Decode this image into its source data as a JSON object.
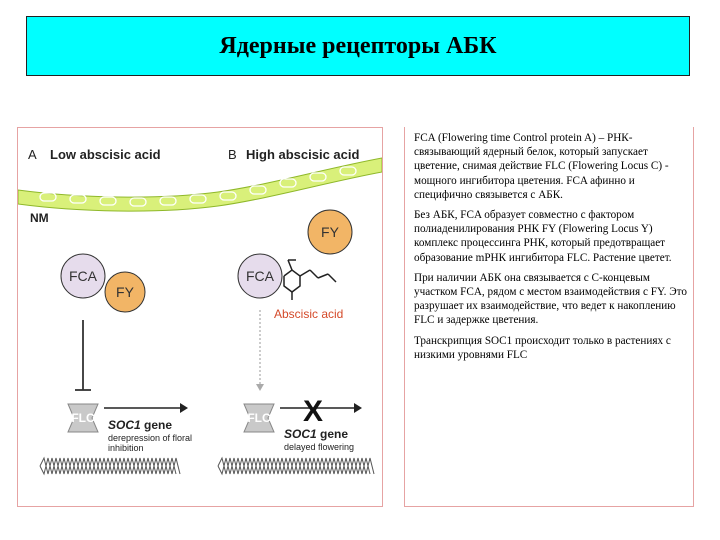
{
  "title": "Ядерные рецепторы АБК",
  "figure": {
    "panel_a_letter": "A",
    "panel_a_label": "Low abscisic acid",
    "panel_b_letter": "B",
    "panel_b_label": "High abscisic acid",
    "nm_label": "NM",
    "fca_label": "FCA",
    "fy_label": "FY",
    "aba_label": "Abscisic acid",
    "flc_label": "FLC",
    "soc1_gene_label": "SOC1",
    "gene_word": " gene",
    "derepression_text_1": "derepression of floral",
    "derepression_text_2": "inhibition",
    "delayed_text": "delayed flowering",
    "x_mark": "X",
    "colors": {
      "membrane_green": "#d9f07a",
      "circle_purple": "#e6dcec",
      "circle_orange": "#f2b566",
      "aba_red": "#d44a2a"
    }
  },
  "paragraphs": [
    "FCA (Flowering time Control protein A) – РНК-связывающий ядерный белок, который запускает цветение, снимая действие FLC (Flowering Locus C) - мощного ингибитора цветения. FCA афинно и специфично связывется с АБК.",
    "Без АБК, FCA образует совместно с фактором полиаденилирования РНК FY (Flowering Locus Y) комплекс процессинга РНК, который предотвращает образование mРНК ингибитора FLC. Растение цветет.",
    "При наличии АБК она связывается с C-концевым участком FCA, рядом с местом взаимодействия с FY. Это разрушает их взаимодействие, что ведет к накоплению FLC и задержке цветения.",
    "Транскрипция SOC1 происходит только в растениях с низкими уровнями FLC"
  ]
}
